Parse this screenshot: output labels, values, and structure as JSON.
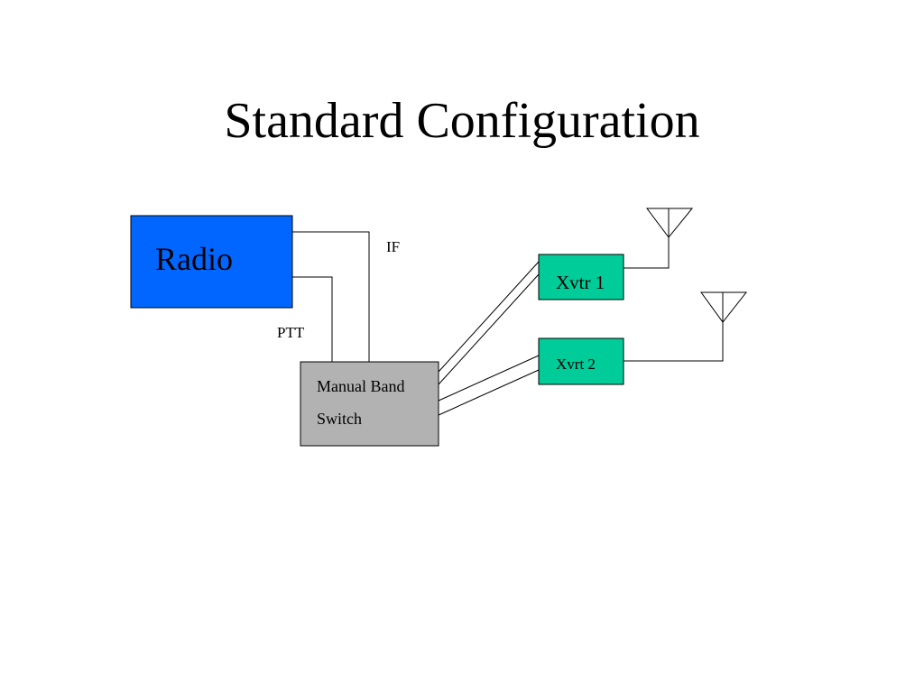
{
  "slide": {
    "title": "Standard Configuration"
  },
  "diagram": {
    "nodes": {
      "radio": {
        "label": "Radio",
        "fill": "#0066ff"
      },
      "band_switch": {
        "label_line1": "Manual Band",
        "label_line2": "Switch",
        "fill": "#b2b2b2"
      },
      "xvtr1": {
        "label": "Xvtr 1",
        "fill": "#00cc99"
      },
      "xvtr2": {
        "label": "Xvrt 2",
        "fill": "#00cc99"
      }
    },
    "edge_labels": {
      "if": "IF",
      "ptt": "PTT"
    },
    "antennas": [
      {
        "name": "antenna-xvtr1",
        "icon": "antenna-icon"
      },
      {
        "name": "antenna-xvtr2",
        "icon": "antenna-icon"
      }
    ]
  }
}
